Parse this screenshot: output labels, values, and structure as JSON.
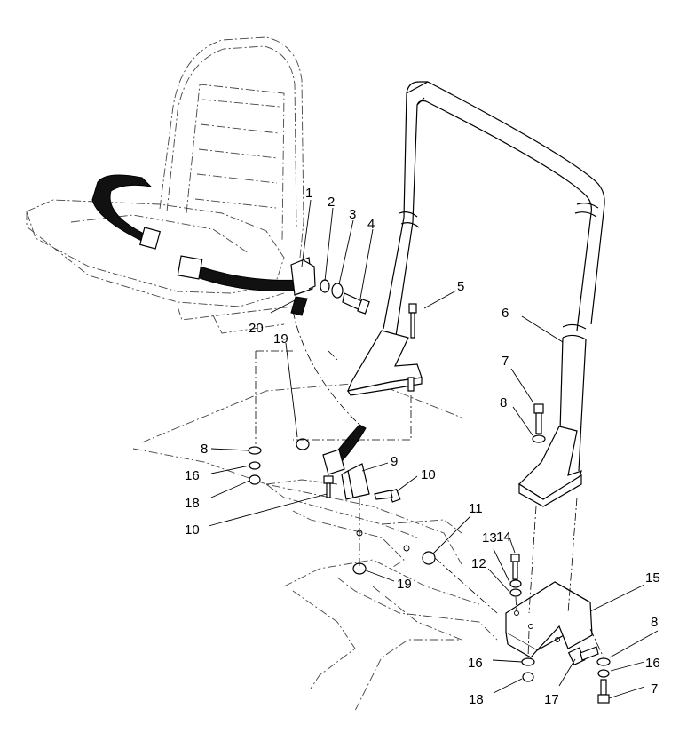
{
  "figure": {
    "callouts": [
      {
        "id": "c1",
        "text": "1"
      },
      {
        "id": "c2",
        "text": "2"
      },
      {
        "id": "c3",
        "text": "3"
      },
      {
        "id": "c4",
        "text": "4"
      },
      {
        "id": "c5",
        "text": "5"
      },
      {
        "id": "c6",
        "text": "6"
      },
      {
        "id": "c7a",
        "text": "7"
      },
      {
        "id": "c8a",
        "text": "8"
      },
      {
        "id": "c19a",
        "text": "19"
      },
      {
        "id": "c20",
        "text": "20"
      },
      {
        "id": "c8b",
        "text": "8"
      },
      {
        "id": "c16a",
        "text": "16"
      },
      {
        "id": "c18a",
        "text": "18"
      },
      {
        "id": "c9",
        "text": "9"
      },
      {
        "id": "c10a",
        "text": "10"
      },
      {
        "id": "c10b",
        "text": "10"
      },
      {
        "id": "c11",
        "text": "11"
      },
      {
        "id": "c14",
        "text": "14"
      },
      {
        "id": "c13",
        "text": "13"
      },
      {
        "id": "c12",
        "text": "12"
      },
      {
        "id": "c19b",
        "text": "19"
      },
      {
        "id": "c15",
        "text": "15"
      },
      {
        "id": "c8c",
        "text": "8"
      },
      {
        "id": "c16b",
        "text": "16"
      },
      {
        "id": "c16c",
        "text": "16"
      },
      {
        "id": "c18b",
        "text": "18"
      },
      {
        "id": "c17",
        "text": "17"
      },
      {
        "id": "c7b",
        "text": "7"
      }
    ]
  }
}
